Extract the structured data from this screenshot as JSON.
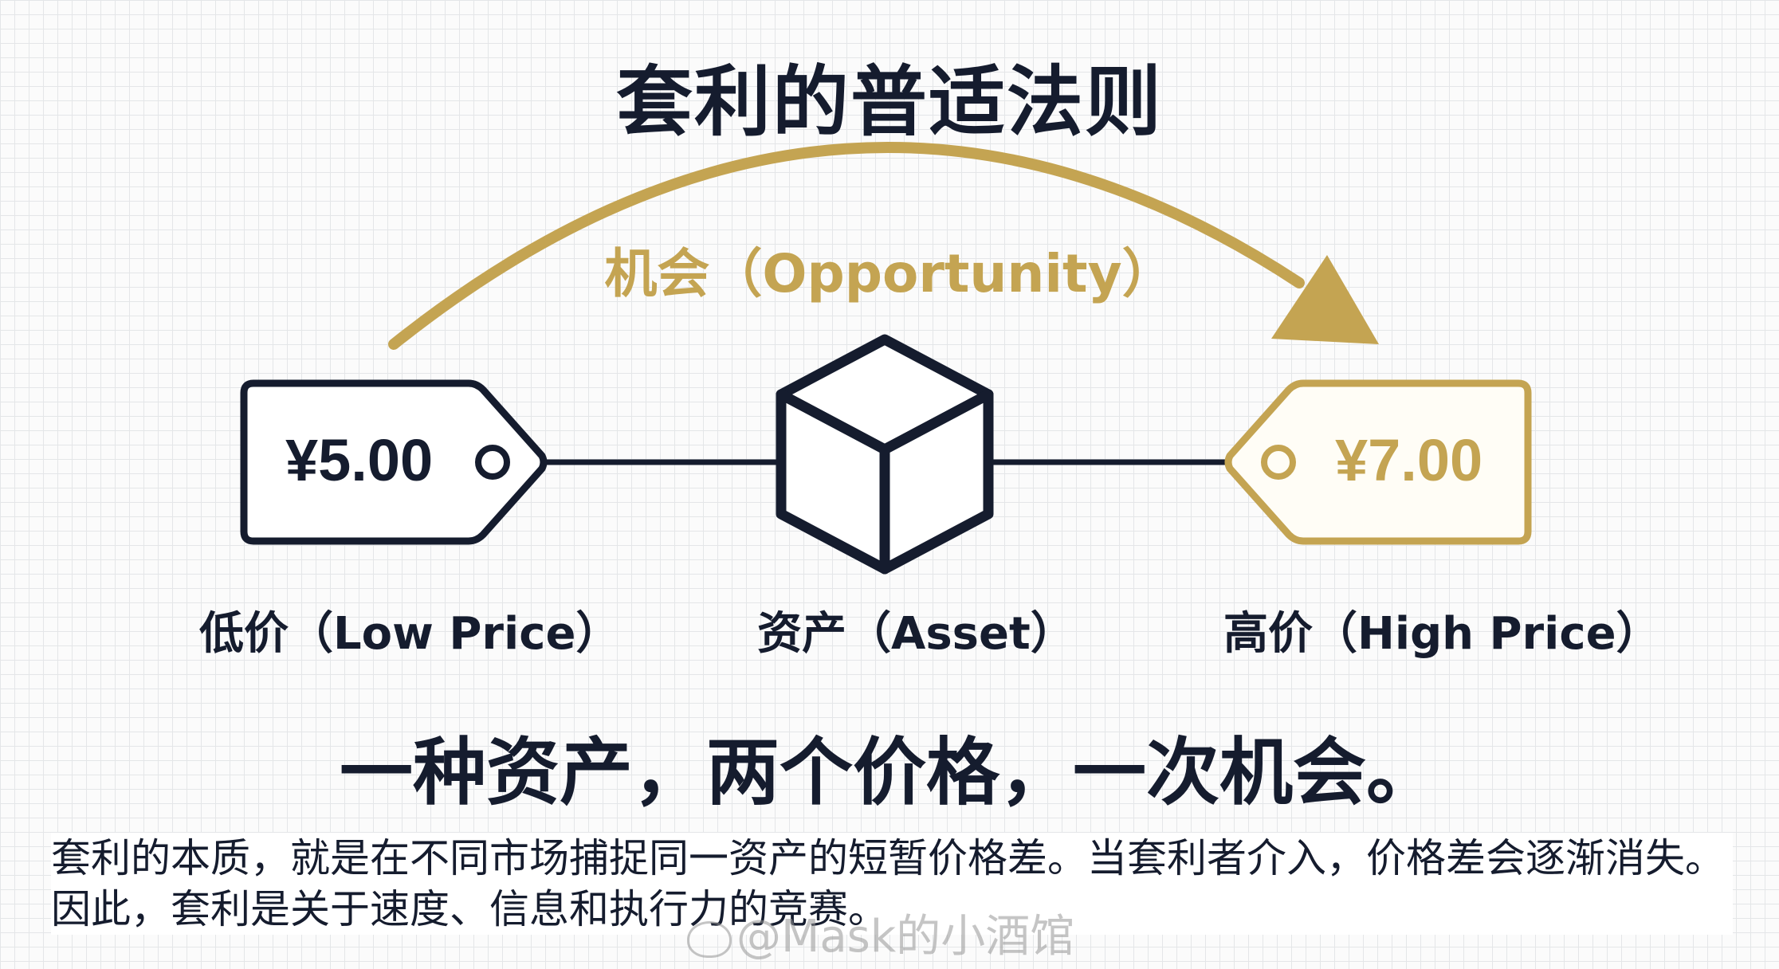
{
  "title": "套利的普适法则",
  "arrow_label": "机会（Opportunity）",
  "low_tag": {
    "price": "¥5.00",
    "caption": "低价（Low Price）"
  },
  "asset": {
    "caption": "资产（Asset）"
  },
  "high_tag": {
    "price": "¥7.00",
    "caption": "高价（High Price）"
  },
  "slogan": "一种资产，两个价格，一次机会。",
  "description": "套利的本质，就是在不同市场捕捉同一资产的短暂价格差。当套利者介入，价格差会逐渐消失。因此，套利是关于速度、信息和执行力的竞赛。",
  "watermark": "@Mask的小酒馆",
  "colors": {
    "navy": "#151c2e",
    "gold": "#c4a452",
    "background": "#fbfbfb"
  },
  "icons": [
    "curved-arrow-icon",
    "price-tag-icon",
    "cube-icon",
    "weibo-logo-icon"
  ]
}
